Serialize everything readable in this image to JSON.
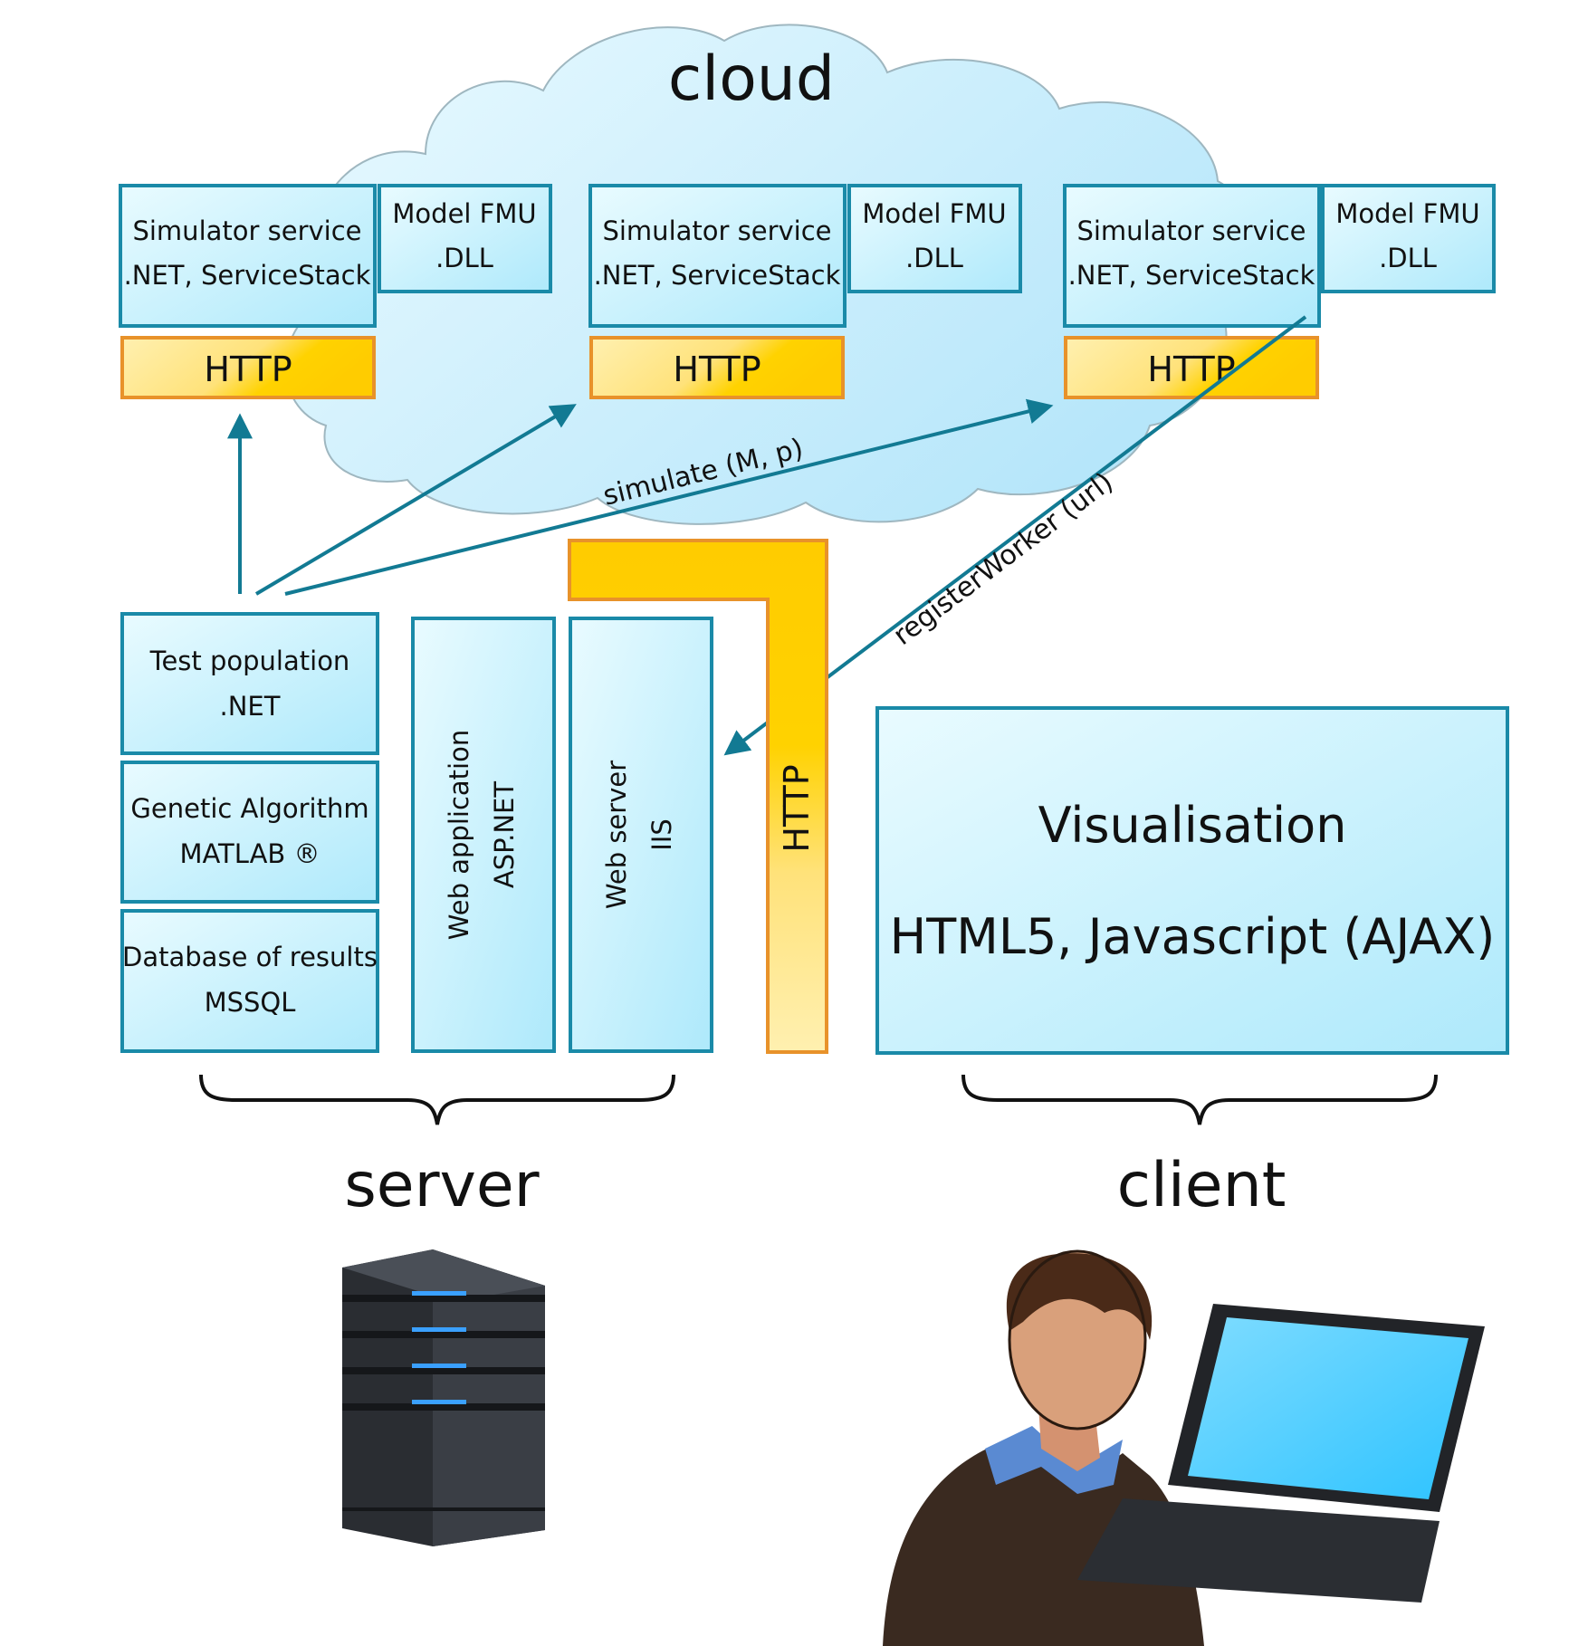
{
  "cloud": {
    "label": "cloud"
  },
  "simulators": [
    {
      "service_line1": "Simulator service",
      "service_line2": ".NET, ServiceStack",
      "model_line1": "Model FMU",
      "model_line2": ".DLL",
      "http": "HTTP"
    },
    {
      "service_line1": "Simulator service",
      "service_line2": ".NET, ServiceStack",
      "model_line1": "Model FMU",
      "model_line2": ".DLL",
      "http": "HTTP"
    },
    {
      "service_line1": "Simulator service",
      "service_line2": ".NET, ServiceStack",
      "model_line1": "Model FMU",
      "model_line2": ".DLL",
      "http": "HTTP"
    }
  ],
  "arrows": {
    "simulate": "simulate (M, p)",
    "register": "registerWorker (url)"
  },
  "server_stack": [
    {
      "line1": "Test population",
      "line2": ".NET"
    },
    {
      "line1": "Genetic Algorithm",
      "line2": "MATLAB ®"
    },
    {
      "line1": "Database of results",
      "line2": "MSSQL"
    }
  ],
  "web_app": {
    "line1": "Web application",
    "line2": "ASP.NET"
  },
  "web_server": {
    "line1": "Web server",
    "line2": "IIS"
  },
  "http_vertical": "HTTP",
  "client_box": {
    "title": "Visualisation",
    "subtitle": "HTML5, Javascript (AJAX)"
  },
  "labels": {
    "server": "server",
    "client": "client"
  },
  "icons": {
    "server": "server-tower-icon",
    "client": "person-with-laptop-icon"
  },
  "colors": {
    "box_stroke": "#1a8aa8",
    "arrow": "#127a93",
    "http_fill": "#ffd200",
    "http_stroke": "#e8922a",
    "cloud": "#cdeefa"
  }
}
